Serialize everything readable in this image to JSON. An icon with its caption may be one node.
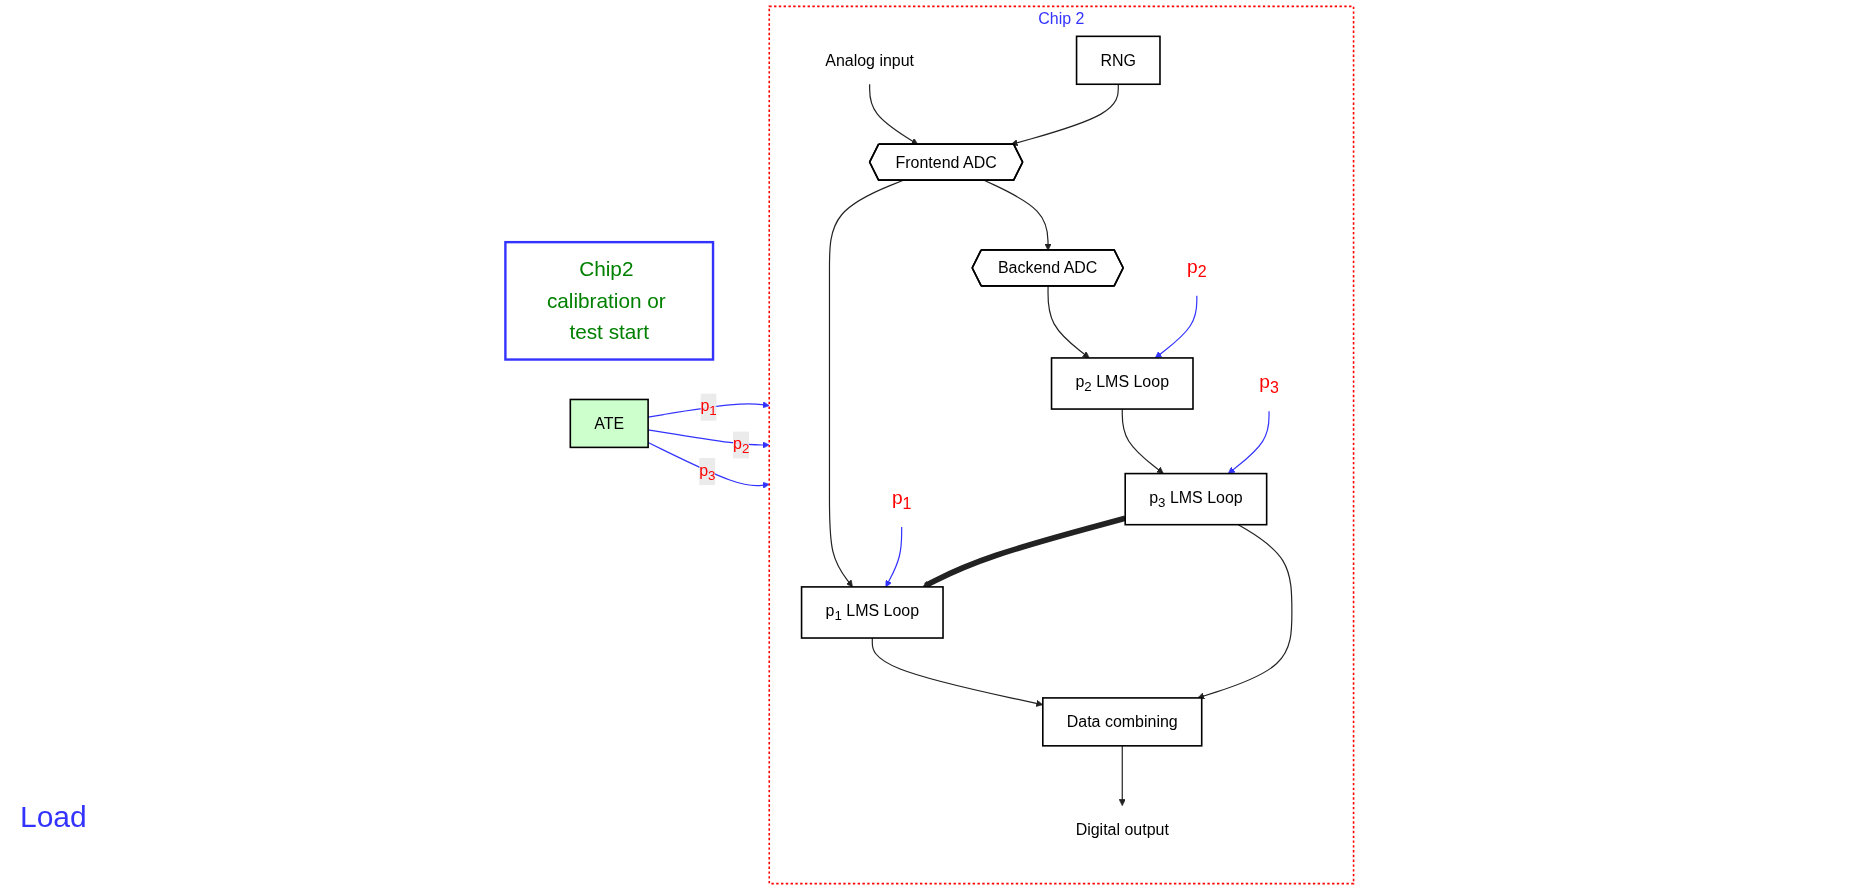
{
  "diagram": {
    "nodes": [
      {
        "text": [
          "Chip2 calibration or test start"
        ]
      },
      {
        "text": [
          "ATE"
        ]
      },
      {
        "text": [
          "Chip 2"
        ]
      },
      {
        "text": [
          "Analog input"
        ],
        "in": 2
      },
      {
        "text": [
          "Frontend ADC"
        ],
        "in": 2
      },
      {
        "text": [
          "Backend ADC"
        ],
        "in": 2
      },
      {
        "text": [
          "RNG"
        ],
        "in": 2
      },
      {
        "text": [
          "p$_{1}$"
        ],
        "in": 2
      },
      {
        "text": [
          "p$_{1}$ LMS Loop"
        ],
        "in": 2
      },
      {
        "text": [
          "p$_{2}$"
        ],
        "in": 2
      },
      {
        "text": [
          "p$_{2}$ LMS Loop"
        ],
        "in": 2
      },
      {
        "text": [
          "p$_{3}$"
        ],
        "in": 2
      },
      {
        "text": [
          "p$_{3}$ LMS Loop"
        ],
        "in": 2
      },
      {
        "text": [
          "Data combining"
        ],
        "in": 2
      },
      {
        "text": [
          "Digital output"
        ],
        "in": 2
      }
    ],
    "edges": [
      {
        "from": 1,
        "to": 2,
        "arrow": "to",
        "label": "p$_{1}$",
        "color": "#3333ff"
      },
      {
        "from": 1,
        "to": 2,
        "arrow": "to",
        "label": "p$_{2}$",
        "color": "#3333ff"
      },
      {
        "from": 1,
        "to": 2,
        "arrow": "to",
        "label": "p$_{3}$",
        "color": "#3333ff"
      },
      {
        "from": 3,
        "to": 4,
        "arrow": "to"
      },
      {
        "from": 4,
        "to": 5,
        "arrow": "to"
      },
      {
        "from": 6,
        "to": 4,
        "arrow": "to"
      },
      {
        "from": 4,
        "to": 8,
        "arrow": "to"
      },
      {
        "from": 7,
        "to": 8,
        "arrow": "to",
        "color": "#3333ff"
      },
      {
        "from": 5,
        "to": 10,
        "arrow": "to"
      },
      {
        "from": 9,
        "to": 10,
        "arrow": "to",
        "color": "#3333ff"
      },
      {
        "from": 10,
        "to": 12,
        "arrow": "to"
      },
      {
        "from": 11,
        "to": 12,
        "arrow": "to",
        "color": "#3333ff"
      },
      {
        "from": 12,
        "to": 8,
        "arrow": "to",
        "style": "thick"
      },
      {
        "from": 8,
        "to": 13,
        "arrow": "to"
      },
      {
        "from": 12,
        "to": 13,
        "arrow": "to"
      },
      {
        "from": 13,
        "to": 14,
        "arrow": "to"
      }
    ],
    "labels": [
      "Load"
    ]
  }
}
